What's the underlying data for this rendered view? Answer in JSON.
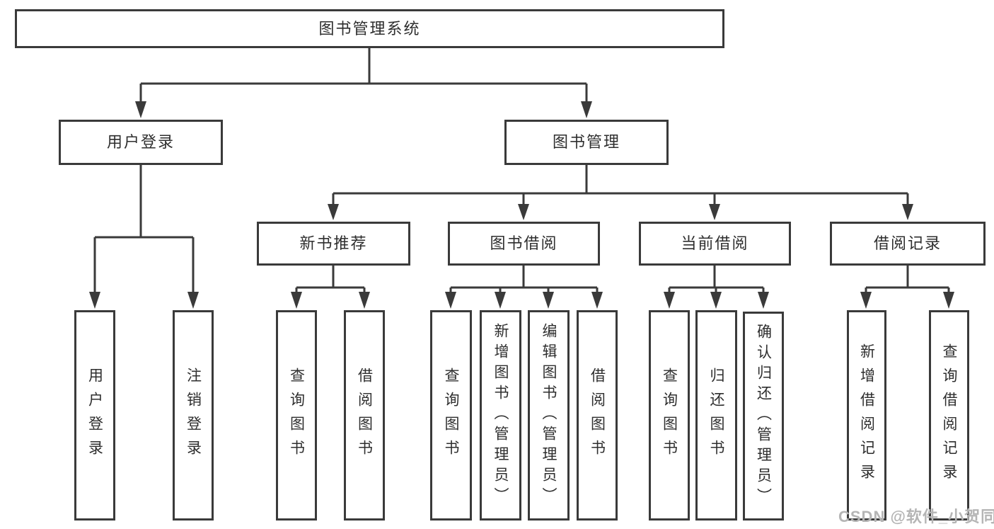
{
  "nodes": {
    "root": "图书管理系统",
    "user_login": "用户登录",
    "book_mgmt": "图书管理",
    "new_rec": "新书推荐",
    "book_borrow": "图书借阅",
    "current_borrow": "当前借阅",
    "borrow_records": "借阅记录",
    "leaf_login": "用户登录",
    "leaf_logout": "注销登录",
    "leaf_newrec_query": "查询图书",
    "leaf_newrec_borrow": "借阅图书",
    "leaf_borrow_query": "查询图书",
    "leaf_borrow_add": "新增图书（管理员）",
    "leaf_borrow_edit": "编辑图书（管理员）",
    "leaf_borrow_borrow": "借阅图书",
    "leaf_current_query": "查询图书",
    "leaf_current_return": "归还图书",
    "leaf_current_confirm": "确认归还（管理员）",
    "leaf_records_add": "新增借阅记录",
    "leaf_records_query": "查询借阅记录"
  },
  "colors": {
    "line": "#3a3a3a",
    "box_fill": "#ffffff",
    "text": "#2e2e2e",
    "watermark": "#b5b5b5"
  },
  "watermark": "CSDN @软件_小贺同学"
}
